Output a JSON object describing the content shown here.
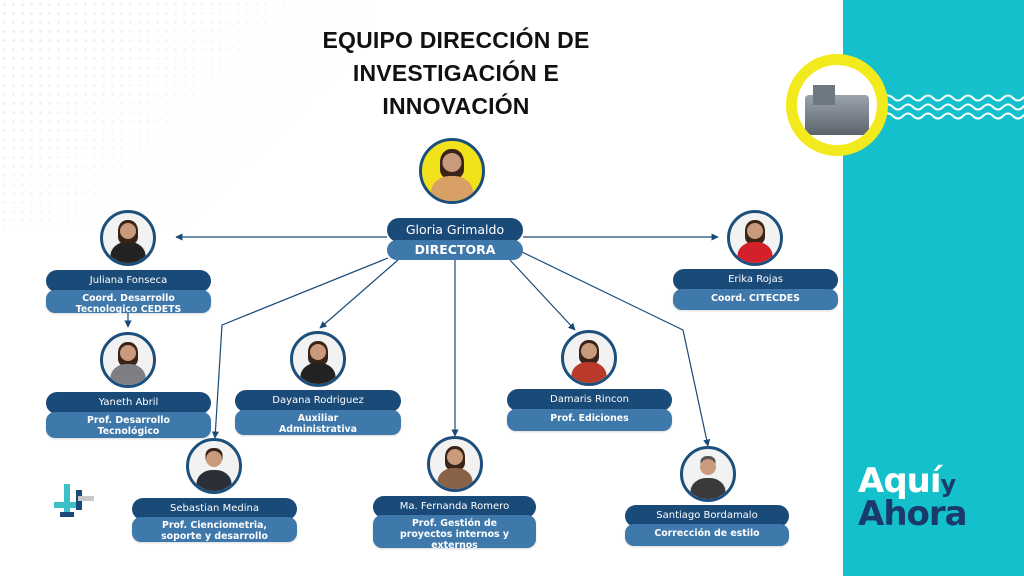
{
  "title": "EQUIPO DIRECCIÓN DE INVESTIGACIÓN E INNOVACIÓN",
  "colors": {
    "navy": "#1a4a78",
    "steel": "#3f79ab",
    "teal": "#14c0cc",
    "yellow": "#f2ea1c"
  },
  "director": {
    "name": "Gloria Grimaldo",
    "role": "DIRECTORA"
  },
  "members": {
    "juliana": {
      "name": "Juliana Fonseca",
      "role_line1": "Coord. Desarrollo",
      "role_line2": "Tecnologico  CEDETS"
    },
    "erika": {
      "name": "Erika Rojas",
      "role_line1": "Coord. CITECDES"
    },
    "yaneth": {
      "name": "Yaneth Abril",
      "role_line1": "Prof. Desarrollo",
      "role_line2": "Tecnológico"
    },
    "dayana": {
      "name": "Dayana Rodriguez",
      "role_line1": "Auxiliar",
      "role_line2": "Administrativa"
    },
    "damaris": {
      "name": "Damaris Rincon",
      "role_line1": "Prof. Ediciones"
    },
    "sebastian": {
      "name": "Sebastian Medina",
      "role_line1": "Prof. Cienciometria,",
      "role_line2": "soporte y desarrollo"
    },
    "fernanda": {
      "name": "Ma. Fernanda Romero",
      "role_line1": "Prof. Gestión de",
      "role_line2": "proyectos internos y",
      "role_line3": "externos"
    },
    "santiago": {
      "name": "Santiago Bordamalo",
      "role_line1": "Corrección de estilo"
    }
  },
  "brand": {
    "word1": "Aquí",
    "word2": "y",
    "word3": "Ahora"
  }
}
